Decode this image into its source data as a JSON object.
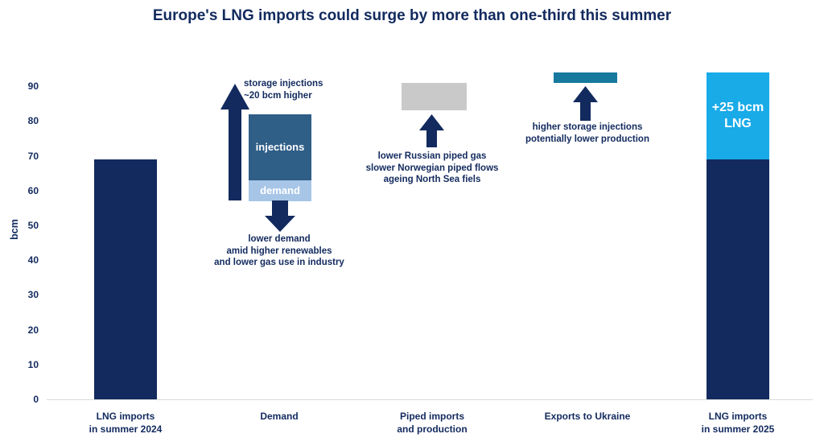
{
  "colors": {
    "navy": "#122a5e",
    "steel_blue": "#2f5e87",
    "light_blue": "#a7c6e7",
    "bright_blue": "#19aae8",
    "teal": "#17799e",
    "gray_box": "#c9c9c9",
    "axis_line": "#d9d9d9",
    "background": "#ffffff"
  },
  "chart_data": {
    "type": "bar",
    "subtype": "waterfall",
    "title": "Europe's LNG imports could surge by more than one-third this summer",
    "xlabel": "",
    "ylabel": "bcm",
    "ylim": [
      0,
      94
    ],
    "yticks": [
      0,
      10,
      20,
      30,
      40,
      50,
      60,
      70,
      80,
      90
    ],
    "grid": false,
    "legend": "none",
    "categories": [
      "LNG imports in summer 2024",
      "Demand",
      "Piped imports and production",
      "Exports to Ukraine",
      "LNG imports in summer 2025"
    ],
    "columns": [
      {
        "name": "lng-imports-summer-2024",
        "label_lines": [
          "LNG imports",
          "in summer 2024"
        ],
        "bars": [
          {
            "name": "lng-2024-bar",
            "from": 0,
            "to": 69,
            "color": "#122a5e"
          }
        ]
      },
      {
        "name": "demand",
        "label_lines": [
          "Demand"
        ],
        "bars": [
          {
            "name": "injections-box",
            "label": "injections",
            "from": 63,
            "to": 82,
            "color": "#2f5e87",
            "label_color": "#ffffff"
          },
          {
            "name": "demand-box",
            "label": "demand",
            "from": 57,
            "to": 63,
            "color": "#a7c6e7",
            "label_color": "#ffffff"
          }
        ],
        "annotations": [
          {
            "arrow": "up",
            "lines": [
              "storage injections",
              "~20 bcm higher"
            ]
          },
          {
            "arrow": "down",
            "lines": [
              "lower demand",
              "amid higher renewables",
              "and lower gas use in industry"
            ]
          }
        ]
      },
      {
        "name": "piped-imports-and-production",
        "label_lines": [
          "Piped imports",
          "and production"
        ],
        "bars": [
          {
            "name": "piped-range-box",
            "from": 83,
            "to": 91,
            "color": "#c9c9c9"
          }
        ],
        "annotations": [
          {
            "arrow": "up",
            "lines": [
              "lower Russian piped gas",
              "slower Norwegian piped flows",
              "ageing North Sea fiels"
            ]
          }
        ]
      },
      {
        "name": "exports-to-ukraine",
        "label_lines": [
          "Exports to Ukraine"
        ],
        "bars": [
          {
            "name": "ukraine-range-bar",
            "from": 91,
            "to": 94,
            "color": "#17799e"
          }
        ],
        "annotations": [
          {
            "arrow": "up",
            "lines": [
              "higher storage injections",
              "potentially lower production"
            ]
          }
        ]
      },
      {
        "name": "lng-imports-summer-2025",
        "label_lines": [
          "LNG imports",
          "in summer 2025"
        ],
        "bars": [
          {
            "name": "lng-2025-base-bar",
            "from": 0,
            "to": 69,
            "color": "#122a5e"
          },
          {
            "name": "lng-2025-increase-bar",
            "from": 69,
            "to": 94,
            "color": "#19aae8",
            "label_lines": [
              "+25 bcm",
              "LNG"
            ],
            "label_color": "#ffffff"
          }
        ]
      }
    ]
  }
}
